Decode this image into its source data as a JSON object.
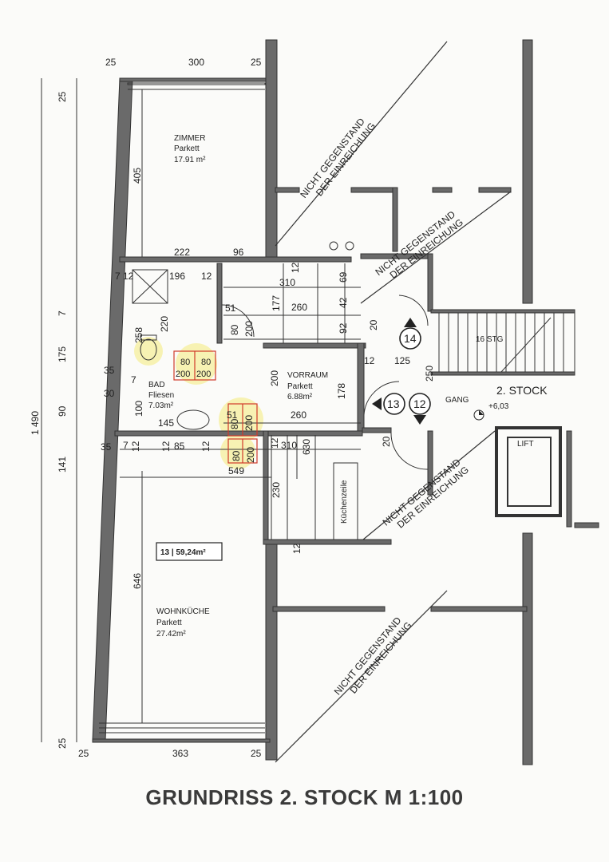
{
  "title": "GRUNDRISS 2. STOCK M 1:100",
  "rooms": {
    "zimmer": {
      "name": "ZIMMER",
      "floor": "Parkett",
      "area": "17.91 m²"
    },
    "bad": {
      "name": "BAD",
      "floor": "Fliesen",
      "area": "7.03m²"
    },
    "vorraum": {
      "name": "VORRAUM",
      "floor": "Parkett",
      "area": "6.88m²"
    },
    "wohnkueche": {
      "name": "WOHNKÜCHE",
      "floor": "Parkett",
      "area": "27.42m²"
    },
    "kuechenzeile": "Küchenzeile",
    "gang": "GANG",
    "lift": "LIFT",
    "stairs": "16 STG"
  },
  "unit_label": "13 | 59,24m²",
  "floor_label": "2. STOCK",
  "level": "+6,03",
  "markers": {
    "top": "14",
    "left": "13",
    "right": "12"
  },
  "not_subject": {
    "line1": "NICHT GEGENSTAND",
    "line2": "DER EINREICHUNG"
  },
  "dims": {
    "top_left": "25",
    "top_mid": "300",
    "top_right": "25",
    "left_top": "25",
    "zimmer_h": "405",
    "bad_w1": "222",
    "bad_w2": "96",
    "d7a": "7",
    "d12a": "12",
    "d196": "196",
    "d12b": "12",
    "d12c": "12",
    "d310a": "310",
    "d69": "69",
    "d177": "177",
    "d260a": "260",
    "d42": "42",
    "d51a": "51",
    "d80a": "80",
    "d200a": "200",
    "d92": "92",
    "d20a": "20",
    "d258": "258",
    "d220": "220",
    "w80a": "80",
    "w80b": "80",
    "w200a": "200",
    "w200b": "200",
    "d12d": "12",
    "d125": "125",
    "d250": "250",
    "d35a": "35",
    "d7b": "7",
    "d200b": "200",
    "d178": "178",
    "d30": "30",
    "d100": "100",
    "d145": "145",
    "d51b": "51",
    "d80b": "80",
    "d200c": "200",
    "d260b": "260",
    "d35b": "35",
    "d7c": "7",
    "d12e": "12",
    "d12f": "12",
    "d85": "85",
    "d12g": "12",
    "d80c": "80",
    "d200d": "200",
    "d12h": "12",
    "d310b": "310",
    "d630": "630",
    "d549": "549",
    "d20b": "20",
    "d230": "230",
    "d12i": "12",
    "d646": "646",
    "total_h": "1 490",
    "s7": "7",
    "s175": "175",
    "s90": "90",
    "s141": "141",
    "bot_left25": "25",
    "bot_l": "25",
    "bot_mid": "363",
    "bot_r": "25"
  },
  "colors": {
    "wall": "#555555",
    "line": "#333333",
    "highlight": "#f2e86b",
    "sanitary_red": "#d03a2a"
  }
}
